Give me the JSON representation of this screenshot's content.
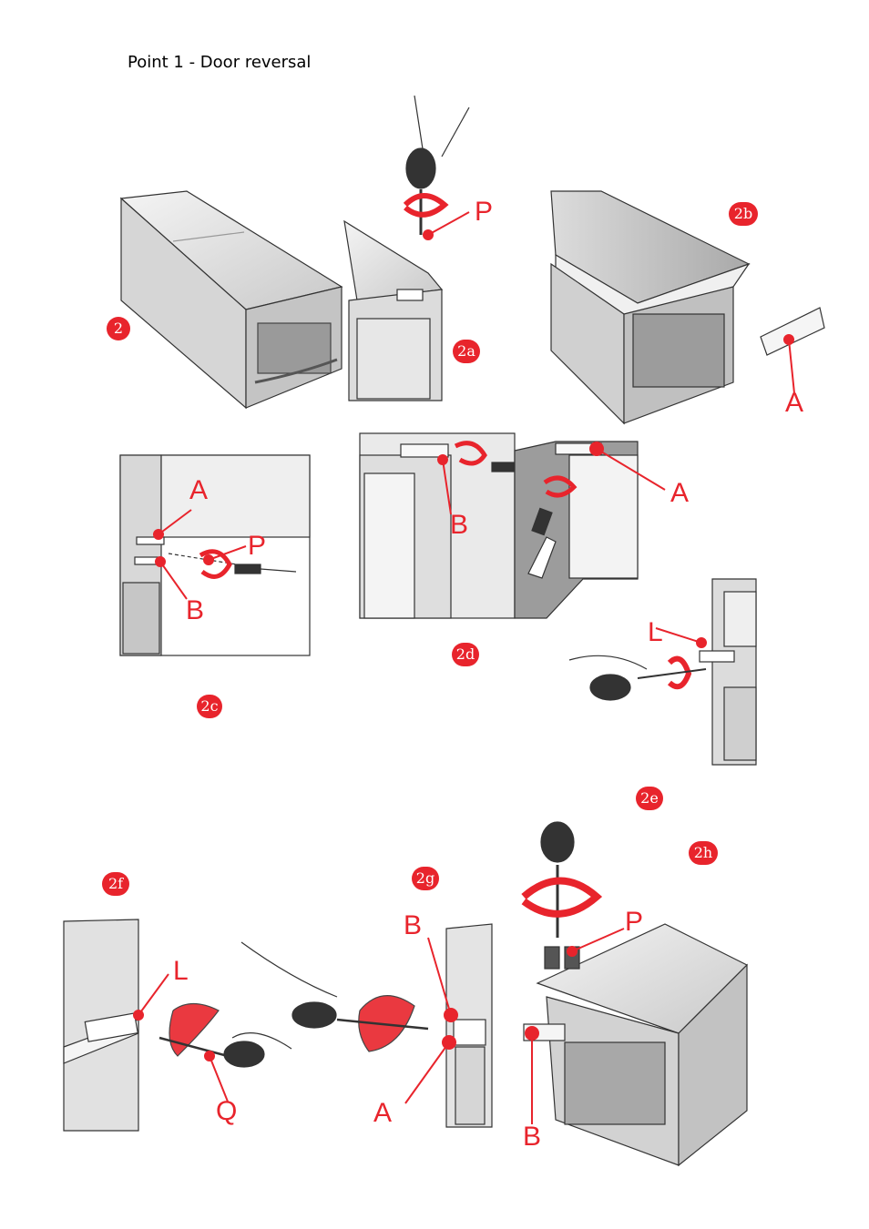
{
  "page": {
    "title": "Point 1 - Door reversal"
  },
  "steps": {
    "s2": "2",
    "s2a": "2a",
    "s2b": "2b",
    "s2c": "2c",
    "s2d": "2d",
    "s2e": "2e",
    "s2f": "2f",
    "s2g": "2g",
    "s2h": "2h"
  },
  "labels": {
    "P": "P",
    "A": "A",
    "B": "B",
    "L": "L",
    "Q": "Q"
  },
  "colors": {
    "accent": "#e8242c",
    "line": "#333333",
    "panel": "#e2e2e2",
    "shade": "#bdbdbd"
  }
}
